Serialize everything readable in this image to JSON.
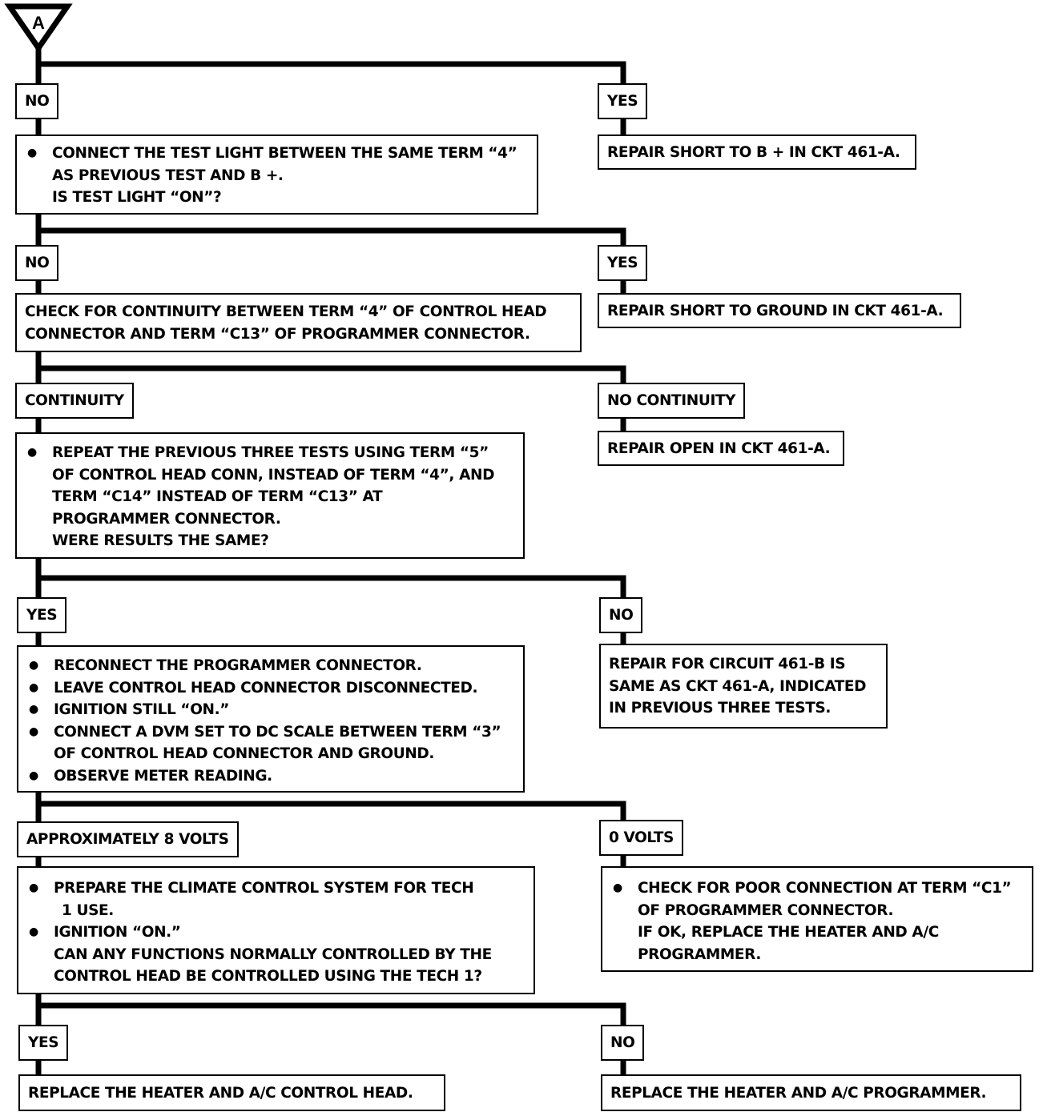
{
  "start_connector": "A",
  "branch1": {
    "no_label": "NO",
    "yes_label": "YES",
    "no_box": [
      "CONNECT THE TEST LIGHT BETWEEN THE SAME TERM “4”",
      "AS PREVIOUS TEST AND B +.",
      "IS TEST LIGHT “ON”?"
    ],
    "yes_box": "REPAIR SHORT TO B + IN CKT 461-A."
  },
  "branch2": {
    "no_label": "NO",
    "yes_label": "YES",
    "no_box": [
      "CHECK FOR CONTINUITY BETWEEN TERM “4” OF CONTROL HEAD",
      "CONNECTOR AND TERM “C13” OF PROGRAMMER CONNECTOR."
    ],
    "yes_box": "REPAIR SHORT TO GROUND IN CKT 461-A."
  },
  "branch3": {
    "left_label": "CONTINUITY",
    "right_label": "NO CONTINUITY",
    "left_box": [
      "REPEAT THE PREVIOUS THREE TESTS USING TERM “5”",
      "OF CONTROL HEAD CONN, INSTEAD OF TERM “4”, AND",
      "TERM “C14” INSTEAD OF TERM “C13” AT",
      "PROGRAMMER CONNECTOR.",
      "WERE RESULTS THE SAME?"
    ],
    "right_box": "REPAIR OPEN IN CKT 461-A."
  },
  "branch4": {
    "yes_label": "YES",
    "no_label": "NO",
    "yes_box": [
      [
        "RECONNECT THE PROGRAMMER CONNECTOR."
      ],
      [
        "LEAVE CONTROL HEAD CONNECTOR DISCONNECTED."
      ],
      [
        "IGNITION STILL “ON.”"
      ],
      [
        "CONNECT A DVM SET TO DC SCALE BETWEEN TERM “3”",
        "OF CONTROL HEAD CONNECTOR AND GROUND."
      ],
      [
        "OBSERVE METER READING."
      ]
    ],
    "no_box": [
      "REPAIR FOR CIRCUIT 461-B IS",
      "SAME AS CKT 461-A, INDICATED",
      "IN PREVIOUS THREE TESTS."
    ]
  },
  "branch5": {
    "left_label": "APPROXIMATELY 8 VOLTS",
    "right_label": "0 VOLTS",
    "left_box": [
      [
        "PREPARE THE CLIMATE CONTROL SYSTEM FOR TECH",
        "1 USE."
      ],
      [
        "IGNITION “ON.”",
        "CAN ANY FUNCTIONS NORMALLY CONTROLLED BY THE",
        "CONTROL HEAD BE CONTROLLED USING THE TECH 1?"
      ]
    ],
    "right_box": [
      [
        "CHECK FOR POOR CONNECTION AT TERM “C1”",
        "OF PROGRAMMER CONNECTOR.",
        "IF OK, REPLACE THE HEATER AND A/C",
        "PROGRAMMER."
      ]
    ]
  },
  "branch6": {
    "yes_label": "YES",
    "no_label": "NO",
    "yes_box": "REPLACE THE HEATER AND A/C CONTROL HEAD.",
    "no_box": "REPLACE THE HEATER AND A/C PROGRAMMER."
  }
}
